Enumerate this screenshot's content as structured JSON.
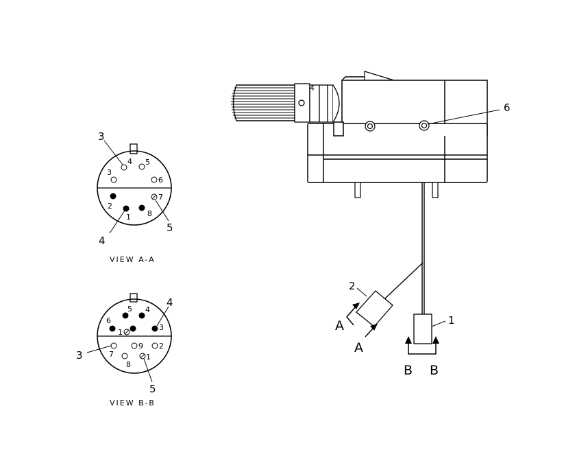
{
  "view_a": {
    "caption": "VIEW A-A",
    "pins": [
      "1",
      "2",
      "3",
      "4",
      "5",
      "6",
      "7",
      "8"
    ],
    "callouts": [
      "3",
      "4",
      "5"
    ]
  },
  "view_b": {
    "caption": "VIEW B-B",
    "pins": [
      "1",
      "2",
      "3",
      "4",
      "5",
      "6",
      "7",
      "8",
      "9",
      "1"
    ],
    "callouts": [
      "4",
      "3",
      "5"
    ]
  },
  "assembly": {
    "callouts": [
      "6",
      "2",
      "1"
    ],
    "barrel_mark": "4",
    "section_marks": [
      "A",
      "A",
      "B",
      "B"
    ]
  }
}
